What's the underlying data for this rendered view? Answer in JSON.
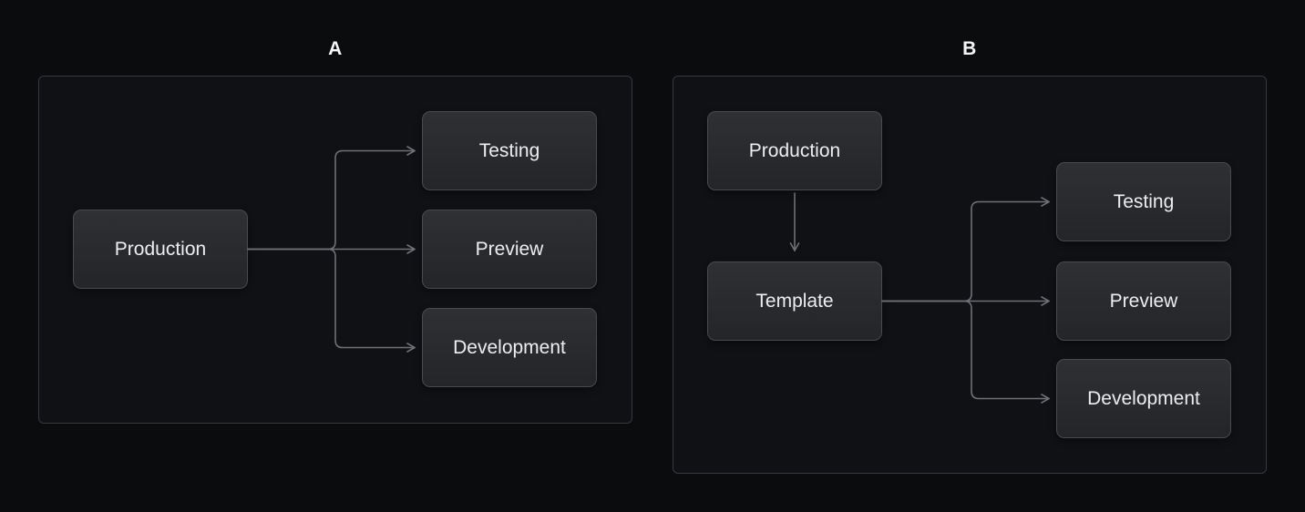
{
  "colors": {
    "arrow": "#6e7175",
    "node_border": "#474a4e",
    "panel_border": "#35383c",
    "background": "#0b0c0e"
  },
  "panels": [
    {
      "label": "A",
      "nodes": [
        {
          "label": "Production"
        },
        {
          "label": "Testing"
        },
        {
          "label": "Preview"
        },
        {
          "label": "Development"
        }
      ],
      "edges": [
        {
          "from": "Production",
          "to": "Testing"
        },
        {
          "from": "Production",
          "to": "Preview"
        },
        {
          "from": "Production",
          "to": "Development"
        }
      ]
    },
    {
      "label": "B",
      "nodes": [
        {
          "label": "Production"
        },
        {
          "label": "Template"
        },
        {
          "label": "Testing"
        },
        {
          "label": "Preview"
        },
        {
          "label": "Development"
        }
      ],
      "edges": [
        {
          "from": "Production",
          "to": "Template"
        },
        {
          "from": "Template",
          "to": "Testing"
        },
        {
          "from": "Template",
          "to": "Preview"
        },
        {
          "from": "Template",
          "to": "Development"
        }
      ]
    }
  ]
}
